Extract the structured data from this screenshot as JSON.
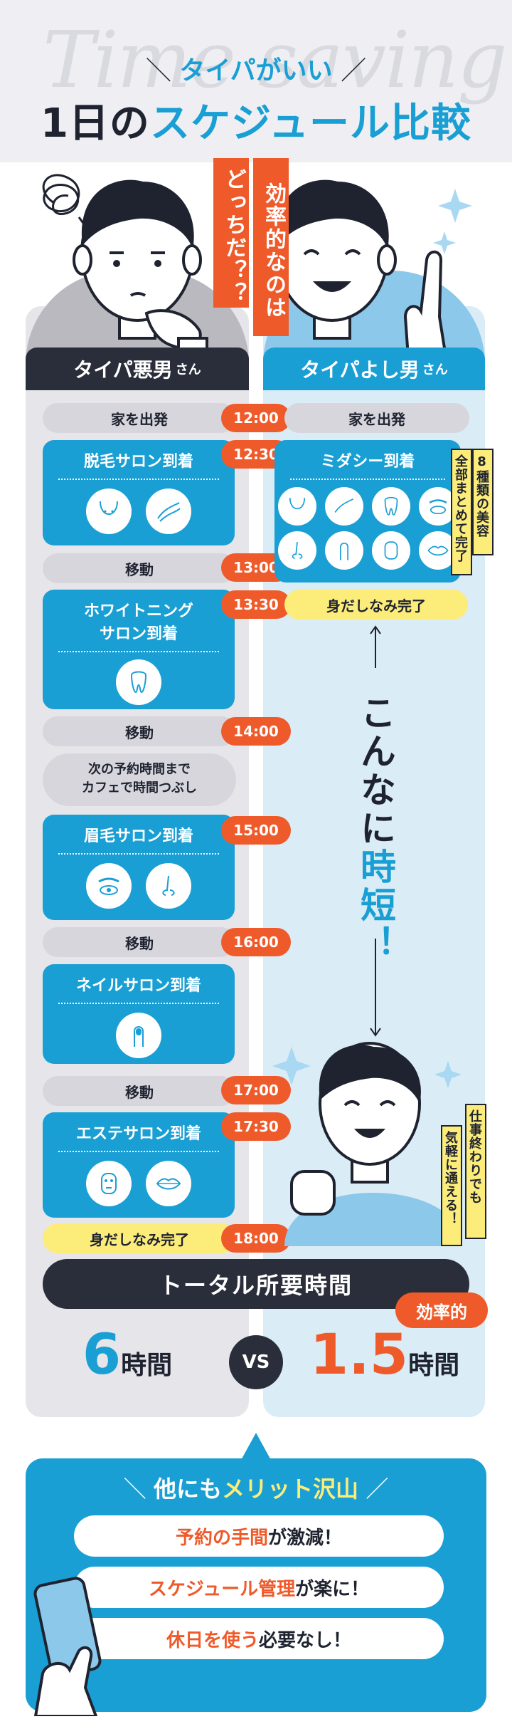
{
  "header": {
    "script_deco": "Time saving",
    "line1": "タイパがいい",
    "line2_a": "1日の",
    "line2_b": "スケジュール比較"
  },
  "bubbles": {
    "left": "どっちだ？？",
    "right": "効率的なのは"
  },
  "columns": {
    "left_title": "タイパ悪男",
    "left_suffix": "さん",
    "right_title": "タイパよし男",
    "right_suffix": "さん"
  },
  "left_schedule": {
    "leave_home": "家を出発",
    "hair_removal": "脱毛サロン到着",
    "move1": "移動",
    "whitening_1": "ホワイトニング",
    "whitening_2": "サロン到着",
    "move2": "移動",
    "wait_1": "次の予約時間まで",
    "wait_2": "カフェで時間つぶし",
    "brow": "眉毛サロン到着",
    "move3": "移動",
    "nail": "ネイルサロン到着",
    "move4": "移動",
    "esthe": "エステサロン到着",
    "done": "身だしなみ完了"
  },
  "times": {
    "t1200": "12:00",
    "t1230": "12:30",
    "t1300": "13:00",
    "t1330": "13:30",
    "t1400": "14:00",
    "t1500": "15:00",
    "t1600": "16:00",
    "t1700": "17:00",
    "t1730": "17:30",
    "t1800": "18:00"
  },
  "right_schedule": {
    "leave_home": "家を出発",
    "midashii": "ミダシー到着",
    "done": "身だしなみ完了",
    "tag_a": "8種類の美容",
    "tag_b": "全部まとめて完了"
  },
  "shorter": {
    "a": "こんなに",
    "b": "時短",
    "c": "！"
  },
  "after_work": {
    "a": "仕事終わりでも",
    "b": "気軽に通える！"
  },
  "total": {
    "label": "トータル所要時間",
    "badge": "効率的",
    "left_num": "6",
    "left_unit": "時間",
    "vs": "VS",
    "right_num": "1.5",
    "right_unit": "時間"
  },
  "merits": {
    "title_a": "他にも",
    "title_b": "メリット沢山",
    "m1_hl": "予約の手間",
    "m1_rest": "が激減！",
    "m2_hl": "スケジュール管理",
    "m2_rest": "が楽に！",
    "m3_hl": "休日を使う",
    "m3_rest": "必要なし！"
  },
  "colors": {
    "blue": "#1a9fd4",
    "orange": "#ef5a2a",
    "dark": "#2a2e3a",
    "yellow": "#fcec7a",
    "gray": "#d6d6dc"
  }
}
